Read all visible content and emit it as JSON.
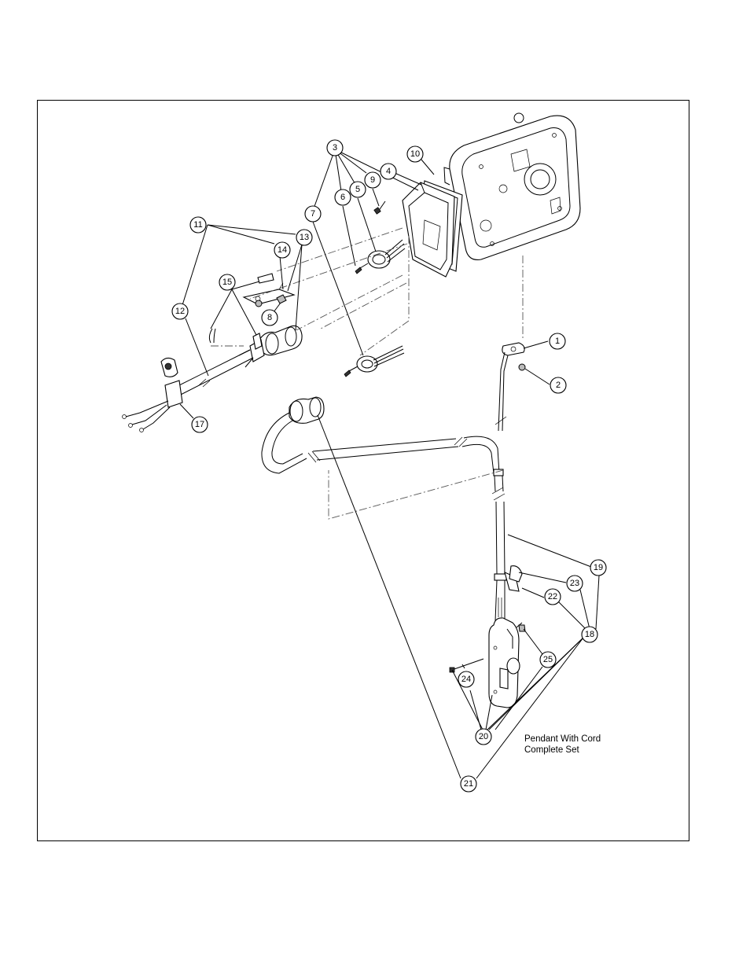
{
  "callouts": [
    {
      "label": "1"
    },
    {
      "label": "2"
    },
    {
      "label": "3"
    },
    {
      "label": "4"
    },
    {
      "label": "5"
    },
    {
      "label": "6"
    },
    {
      "label": "7"
    },
    {
      "label": "8"
    },
    {
      "label": "9"
    },
    {
      "label": "10"
    },
    {
      "label": "11"
    },
    {
      "label": "12"
    },
    {
      "label": "13"
    },
    {
      "label": "14"
    },
    {
      "label": "15"
    },
    {
      "label": "17"
    },
    {
      "label": "18"
    },
    {
      "label": "19"
    },
    {
      "label": "20"
    },
    {
      "label": "21"
    },
    {
      "label": "22"
    },
    {
      "label": "23"
    },
    {
      "label": "24"
    },
    {
      "label": "25"
    }
  ],
  "caption": {
    "line1": "Pendant With Cord",
    "line2": "Complete Set"
  }
}
